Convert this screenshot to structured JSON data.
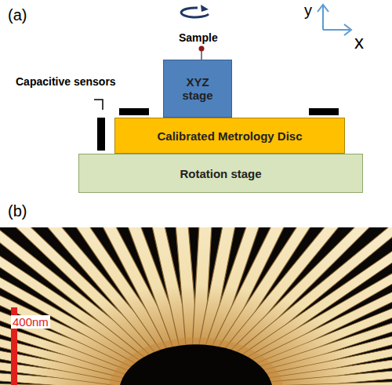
{
  "diagram": {
    "nodes": [
      {
        "text": [
          "XYZ stage"
        ]
      },
      {
        "text": [
          "Calibrated Metrology Disc"
        ]
      },
      {
        "text": [
          "Rotation stage"
        ]
      }
    ],
    "labels": [
      "(a)",
      "y",
      "x",
      "Sample",
      "Capacitive sensors",
      "(b)",
      "400nm"
    ]
  }
}
